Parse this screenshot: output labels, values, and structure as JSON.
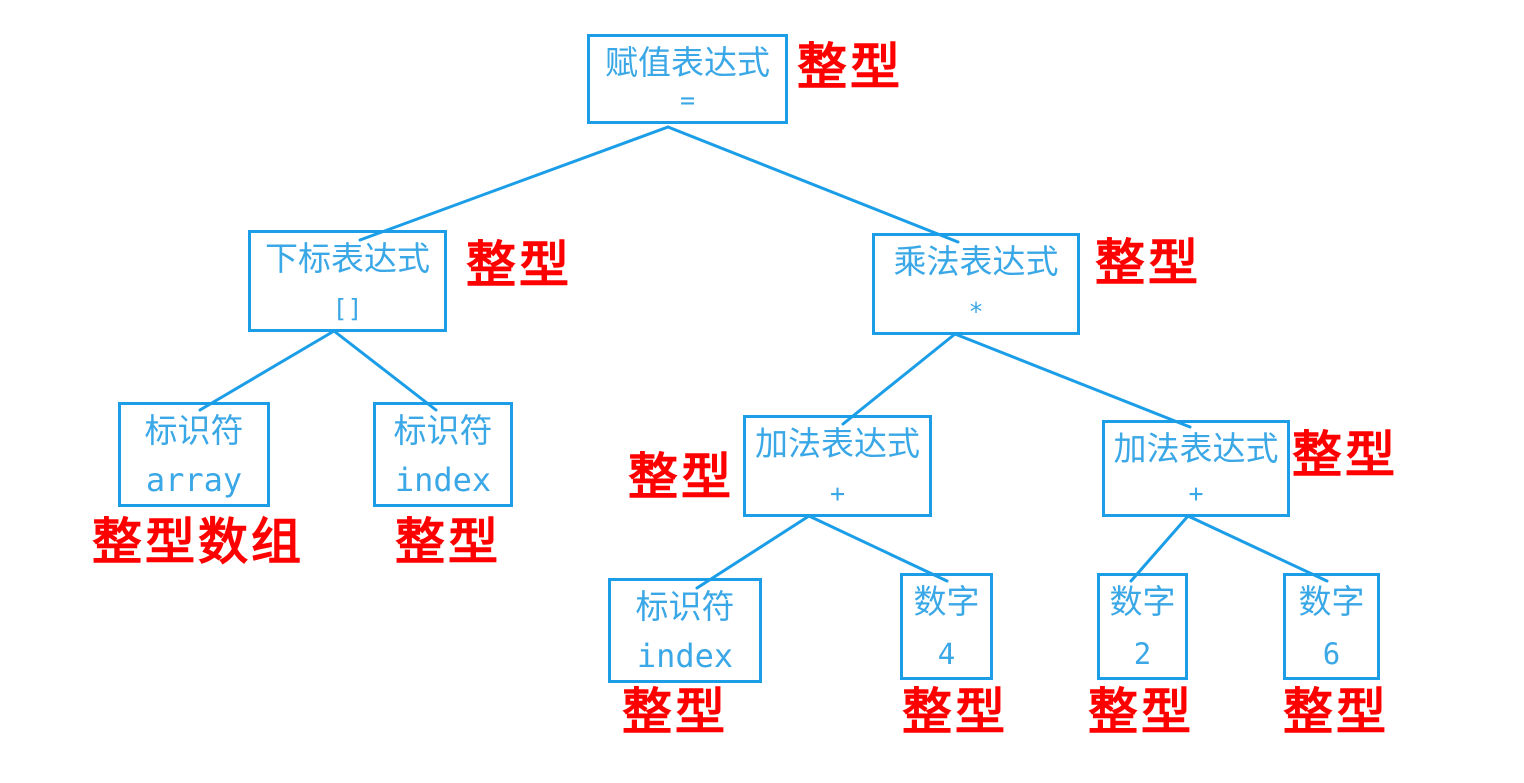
{
  "diagram": {
    "type": "parse-tree",
    "colors": {
      "node_blue": "#1b9ee7",
      "annotation_red": "#ff0000"
    }
  },
  "nodes": {
    "root": {
      "title": "赋值表达式",
      "symbol": "="
    },
    "subscript": {
      "title": "下标表达式",
      "symbol": "[]"
    },
    "mult": {
      "title": "乘法表达式",
      "symbol": "*"
    },
    "id_array": {
      "title": "标识符",
      "symbol": "array"
    },
    "id_index": {
      "title": "标识符",
      "symbol": "index"
    },
    "add_left": {
      "title": "加法表达式",
      "symbol": "+"
    },
    "add_right": {
      "title": "加法表达式",
      "symbol": "+"
    },
    "leaf_index": {
      "title": "标识符",
      "symbol": "index"
    },
    "num_4": {
      "title": "数字",
      "symbol": "4"
    },
    "num_2": {
      "title": "数字",
      "symbol": "2"
    },
    "num_6": {
      "title": "数字",
      "symbol": "6"
    }
  },
  "annotations": {
    "root": "整型",
    "subscript": "整型",
    "mult": "整型",
    "id_array": "整型数组",
    "id_index": "整型",
    "add_left": "整型",
    "add_right": "整型",
    "leaf_index": "整型",
    "num_4": "整型",
    "num_2": "整型",
    "num_6": "整型"
  },
  "edges": [
    [
      "root",
      "subscript"
    ],
    [
      "root",
      "mult"
    ],
    [
      "subscript",
      "id_array"
    ],
    [
      "subscript",
      "id_index"
    ],
    [
      "mult",
      "add_left"
    ],
    [
      "mult",
      "add_right"
    ],
    [
      "add_left",
      "leaf_index"
    ],
    [
      "add_left",
      "num_4"
    ],
    [
      "add_right",
      "num_2"
    ],
    [
      "add_right",
      "num_6"
    ]
  ]
}
